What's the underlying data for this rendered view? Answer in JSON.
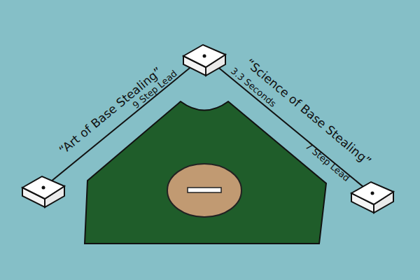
{
  "diagram": {
    "labels": [
      "“Art of Base Stealing”",
      "9 Step Lead",
      "“Science of Base Stealing”",
      "3.3 Seconds",
      "7 Step Lead"
    ]
  }
}
